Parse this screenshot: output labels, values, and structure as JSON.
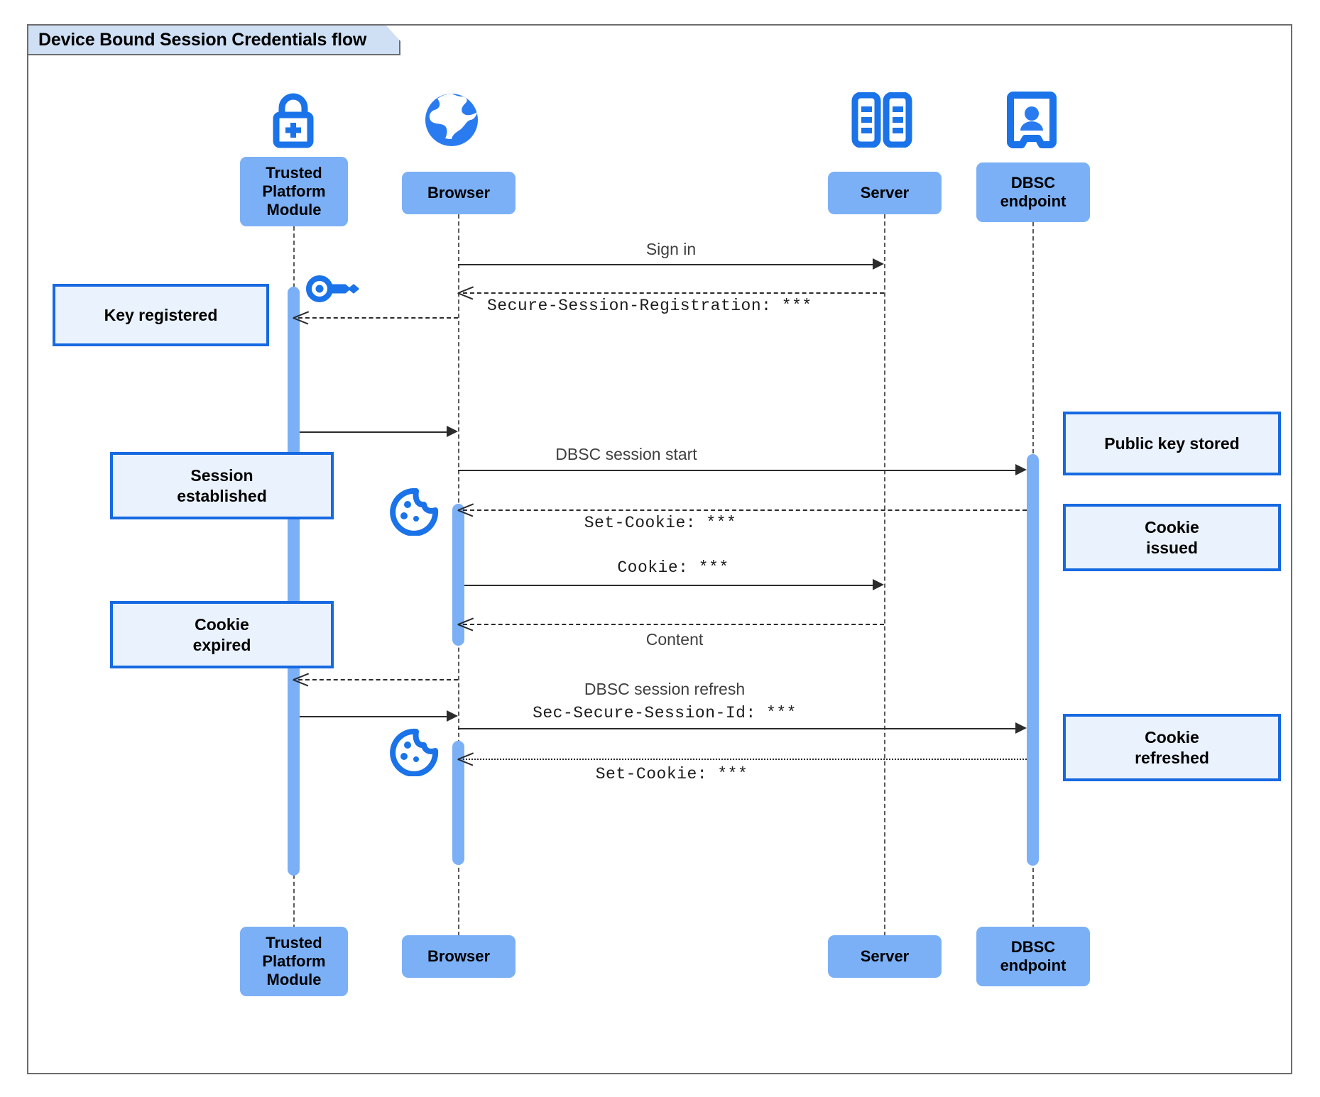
{
  "diagram": {
    "title": "Device Bound Session Credentials flow",
    "type": "uml-sequence-diagram",
    "colors": {
      "participant_fill": "#7bb0f7",
      "activation_fill": "#7bb0f7",
      "note_fill": "#eaf2fd",
      "note_border": "#1669e0",
      "icon_blue": "#1a73e8",
      "title_tab_fill": "#cfe0f5",
      "frame_border": "#6d6d6d",
      "line": "#2b2b2b"
    }
  },
  "participants": [
    {
      "id": "tpm",
      "label": "Trusted\nPlatform\nModule",
      "icon": "lock-plus-icon"
    },
    {
      "id": "browser",
      "label": "Browser",
      "icon": "globe-icon"
    },
    {
      "id": "server",
      "label": "Server",
      "icon": "server-rack-icon"
    },
    {
      "id": "dbsc",
      "label": "DBSC\nendpoint",
      "icon": "id-badge-icon"
    }
  ],
  "participants_bottom": [
    {
      "id": "tpm",
      "label": "Trusted\nPlatform\nModule"
    },
    {
      "id": "browser",
      "label": "Browser"
    },
    {
      "id": "server",
      "label": "Server"
    },
    {
      "id": "dbsc",
      "label": "DBSC\nendpoint"
    }
  ],
  "messages": [
    {
      "id": "m1",
      "text": "Sign in",
      "style": "proportional",
      "from": "browser",
      "to": "server",
      "line": "solid"
    },
    {
      "id": "m2",
      "text": "Secure-Session-Registration: ***",
      "style": "mono",
      "from": "server",
      "to": "browser",
      "line": "dashed"
    },
    {
      "id": "m3",
      "text": "",
      "style": "none",
      "from": "browser",
      "to": "tpm",
      "line": "dashed"
    },
    {
      "id": "m4",
      "text": "",
      "style": "none",
      "from": "tpm",
      "to": "browser",
      "line": "solid"
    },
    {
      "id": "m5",
      "text": "DBSC session start",
      "style": "proportional",
      "from": "browser",
      "to": "dbsc",
      "line": "solid"
    },
    {
      "id": "m6",
      "text": "Set-Cookie: ***",
      "style": "mono",
      "from": "dbsc",
      "to": "browser",
      "line": "dashed"
    },
    {
      "id": "m7",
      "text": "Cookie: ***",
      "style": "mono",
      "from": "browser",
      "to": "server",
      "line": "solid"
    },
    {
      "id": "m8",
      "text": "Content",
      "style": "proportional",
      "from": "server",
      "to": "browser",
      "line": "dashed"
    },
    {
      "id": "m9",
      "text": "",
      "style": "none",
      "from": "browser",
      "to": "tpm",
      "line": "dashed"
    },
    {
      "id": "m10",
      "text": "",
      "style": "none",
      "from": "tpm",
      "to": "browser",
      "line": "solid"
    },
    {
      "id": "m11",
      "text": "DBSC session refresh",
      "style": "proportional",
      "from": "browser",
      "to": "dbsc",
      "line": "solid"
    },
    {
      "id": "m11b",
      "text": "Sec-Secure-Session-Id: ***",
      "style": "mono",
      "from": "browser",
      "to": "dbsc",
      "line": "solid"
    },
    {
      "id": "m12",
      "text": "Set-Cookie: ***",
      "style": "mono",
      "from": "dbsc",
      "to": "browser",
      "line": "dotted"
    }
  ],
  "notes": [
    {
      "id": "n1",
      "label": "Key registered",
      "side": "left",
      "attached_to": "tpm"
    },
    {
      "id": "n2",
      "label": "Session\nestablished",
      "side": "left",
      "attached_to": "tpm"
    },
    {
      "id": "n3",
      "label": "Cookie\nexpired",
      "side": "left",
      "attached_to": "tpm"
    },
    {
      "id": "n4",
      "label": "Public key stored",
      "side": "right",
      "attached_to": "dbsc"
    },
    {
      "id": "n5",
      "label": "Cookie\nissued",
      "side": "right",
      "attached_to": "dbsc"
    },
    {
      "id": "n6",
      "label": "Cookie\nrefreshed",
      "side": "right",
      "attached_to": "dbsc"
    }
  ],
  "inline_icons": [
    {
      "id": "key",
      "name": "key-icon",
      "near": "tpm"
    },
    {
      "id": "cookie1",
      "name": "cookie-icon",
      "near": "browser"
    },
    {
      "id": "cookie2",
      "name": "cookie-icon",
      "near": "browser"
    }
  ]
}
